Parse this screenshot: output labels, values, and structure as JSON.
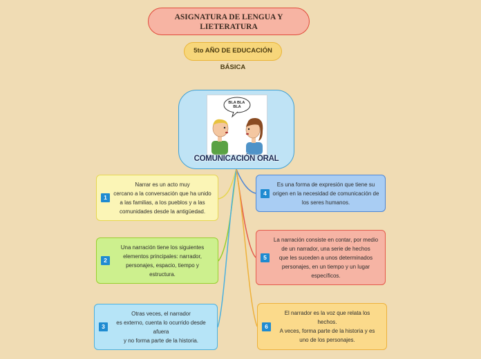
{
  "title": "ASIGNATURA DE LENGUA Y\nLIETERATURA",
  "subtitle": "5to AÑO DE EDUCACIÓN BÁSICA",
  "center": {
    "label": "COMUNICACIÓN ORAL",
    "bubble_text": "BLA BLA\nBLA"
  },
  "nodes": [
    {
      "num": "1",
      "text": "Narrar es un acto muy\ncercano a la conversación que ha unido\na las familias, a los pueblos y a las\ncomunidades desde la antigüedad.",
      "color": "#e6d650"
    },
    {
      "num": "2",
      "text": "Una narración tiene los siguientes\nelementos principales: narrador,\npersonajes, espacio, tiempo y\nestructura.",
      "color": "#97cf2e"
    },
    {
      "num": "3",
      "text": "Otras veces, el narrador\nes externo, cuenta lo ocurrido desde\nafuera\ny no forma parte de la historia.",
      "color": "#4ab0df"
    },
    {
      "num": "4",
      "text": "Es una forma de expresión que tiene su\norigen en la necesidad de comunicación de\nlos seres humanos.",
      "color": "#4d86d6"
    },
    {
      "num": "5",
      "text": "La narración consiste en contar, por medio\nde un narrador, una serie de hechos\nque les suceden a unos determinados\npersonajes, en un tiempo y un lugar\nespecíficos.",
      "color": "#e4594a"
    },
    {
      "num": "6",
      "text": "El narrador es la voz que relata los\nhechos.\nA veces, forma parte de la historia y es\nuno de los personajes.",
      "color": "#eeb13a"
    }
  ]
}
